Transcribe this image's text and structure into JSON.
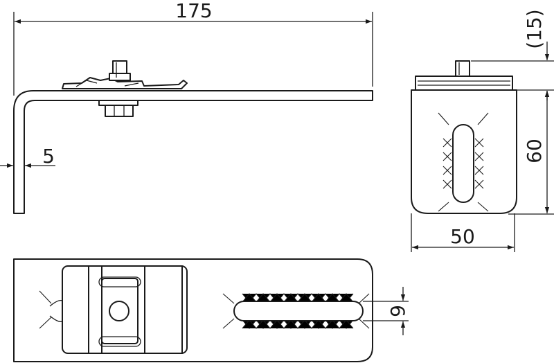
{
  "dimensions": {
    "length": "175",
    "thickness": "5",
    "bolt_height": "(15)",
    "height": "60",
    "width": "50",
    "slot_width": "9"
  }
}
